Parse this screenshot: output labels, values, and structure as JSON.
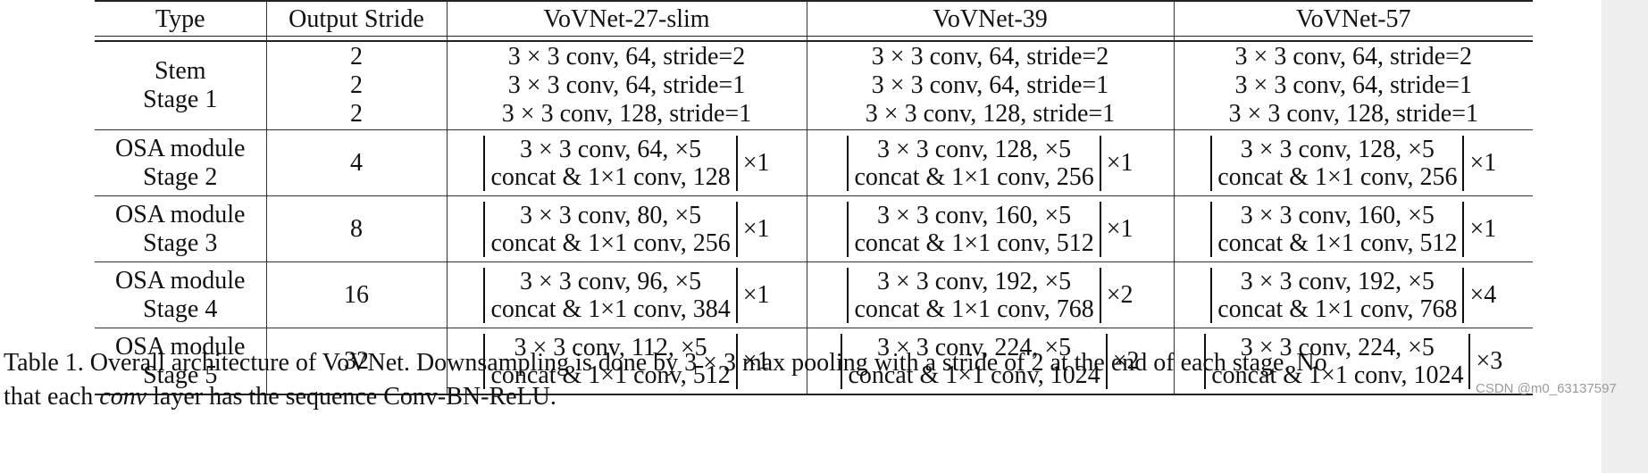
{
  "table": {
    "headers": [
      "Type",
      "Output Stride",
      "VoVNet-27-slim",
      "VoVNet-39",
      "VoVNet-57"
    ],
    "stem": {
      "type_lines": [
        "Stem",
        "Stage 1"
      ],
      "strides": [
        "2",
        "2",
        "2"
      ],
      "layers": [
        "3 × 3 conv, 64, stride=2",
        "3 × 3 conv, 64, stride=1",
        "3 × 3 conv, 128, stride=1"
      ]
    },
    "stages": [
      {
        "type_lines": [
          "OSA module",
          "Stage 2"
        ],
        "stride": "4",
        "cells": [
          {
            "conv": "3 × 3 conv, 64, ×5",
            "concat": "concat & 1×1 conv, 128",
            "mult": "×1"
          },
          {
            "conv": "3 × 3 conv, 128, ×5",
            "concat": "concat & 1×1 conv, 256",
            "mult": "×1"
          },
          {
            "conv": "3 × 3 conv, 128, ×5",
            "concat": "concat & 1×1 conv, 256",
            "mult": "×1"
          }
        ]
      },
      {
        "type_lines": [
          "OSA module",
          "Stage 3"
        ],
        "stride": "8",
        "cells": [
          {
            "conv": "3 × 3 conv, 80, ×5",
            "concat": "concat & 1×1 conv, 256",
            "mult": "×1"
          },
          {
            "conv": "3 × 3 conv, 160, ×5",
            "concat": "concat & 1×1 conv, 512",
            "mult": "×1"
          },
          {
            "conv": "3 × 3 conv, 160, ×5",
            "concat": "concat & 1×1 conv, 512",
            "mult": "×1"
          }
        ]
      },
      {
        "type_lines": [
          "OSA module",
          "Stage 4"
        ],
        "stride": "16",
        "cells": [
          {
            "conv": "3 × 3 conv, 96, ×5",
            "concat": "concat & 1×1 conv, 384",
            "mult": "×1"
          },
          {
            "conv": "3 × 3 conv, 192, ×5",
            "concat": "concat & 1×1 conv, 768",
            "mult": "×2"
          },
          {
            "conv": "3 × 3 conv, 192, ×5",
            "concat": "concat & 1×1 conv, 768",
            "mult": "×4"
          }
        ]
      },
      {
        "type_lines": [
          "OSA module",
          "Stage 5"
        ],
        "stride": "32",
        "cells": [
          {
            "conv": "3 × 3 conv, 112, ×5",
            "concat": "concat & 1×1 conv, 512",
            "mult": "×1"
          },
          {
            "conv": "3 × 3 conv, 224, ×5",
            "concat": "concat & 1×1 conv, 1024",
            "mult": "×2"
          },
          {
            "conv": "3 × 3 conv, 224, ×5",
            "concat": "concat & 1×1 conv, 1024",
            "mult": "×3"
          }
        ]
      }
    ]
  },
  "caption": {
    "line1": "Table 1.  Overall architecture of VoVNet. Downsampling is done by 3 × 3 max pooling with a stride of 2 at the end of each stage. No",
    "line2_before": "that each ",
    "line2_italic": "conv",
    "line2_after": " layer has the sequence Conv-BN-ReLU."
  },
  "watermark": "CSDN @m0_63137597"
}
